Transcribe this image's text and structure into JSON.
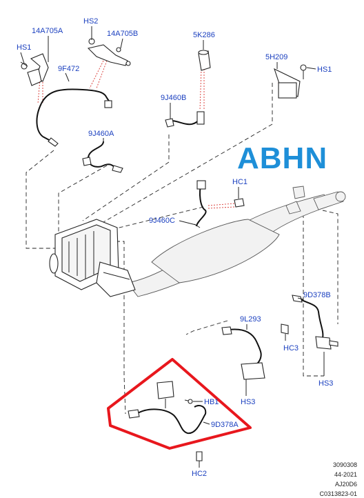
{
  "brand_code": "ABHN",
  "callouts": {
    "hs1_top_left": "HS1",
    "p14a705a": "14A705A",
    "hs2": "HS2",
    "p14a705b": "14A705B",
    "p9f472": "9F472",
    "p5k286": "5K286",
    "p5h209": "5H209",
    "hs1_top_right": "HS1",
    "p9j460b": "9J460B",
    "p9j460a": "9J460A",
    "hc1": "HC1",
    "p9j460c": "9J460C",
    "p9d378b": "9D378B",
    "p9l293": "9L293",
    "hc3": "HC3",
    "hs3_right": "HS3",
    "hs3_center": "HS3",
    "hb1": "HB1",
    "p9d378a": "9D378A",
    "hc2": "HC2"
  },
  "reference_block": [
    "3090308",
    "44-2021",
    "AJ20D6",
    "C0313823-01"
  ],
  "colors": {
    "callout_text": "#1a3fbf",
    "brand_text": "#1e8fd8",
    "highlight_outline": "#e8171d",
    "line_art": "#222222"
  }
}
